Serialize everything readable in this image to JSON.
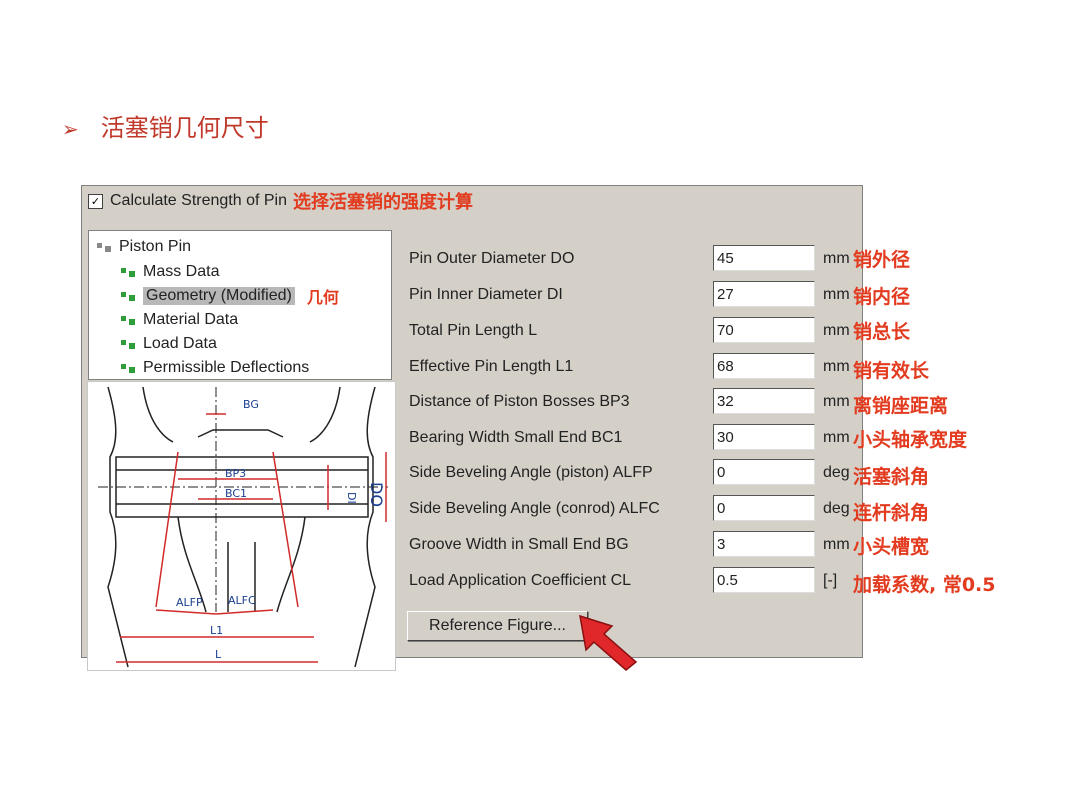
{
  "slide_title": "活塞销几何尺寸",
  "bullet_glyph": "➢",
  "checkbox": {
    "checked": true,
    "mark": "✓",
    "label": "Calculate Strength of Pin",
    "note": "选择活塞销的强度计算"
  },
  "tree": {
    "root": "Piston Pin",
    "items": [
      {
        "label": "Mass Data"
      },
      {
        "label": "Geometry (Modified)",
        "selected": true,
        "note": "几何"
      },
      {
        "label": "Material Data"
      },
      {
        "label": "Load Data"
      },
      {
        "label": "Permissible Deflections"
      }
    ]
  },
  "figure_labels": {
    "bg": "BG",
    "bp3": "BP3",
    "bc1": "BC1",
    "di": "DI",
    "do": "DO",
    "alfp": "ALFP",
    "alfc": "ALFC",
    "l1": "L1",
    "l": "L"
  },
  "params": [
    {
      "label": "Pin Outer Diameter DO",
      "value": "45",
      "unit": "mm",
      "note": "销外径"
    },
    {
      "label": "Pin Inner Diameter DI",
      "value": "27",
      "unit": "mm",
      "note": "销内径"
    },
    {
      "label": "Total Pin Length L",
      "value": "70",
      "unit": "mm",
      "note": "销总长"
    },
    {
      "label": "Effective Pin Length L1",
      "value": "68",
      "unit": "mm",
      "note": "销有效长"
    },
    {
      "label": "Distance of Piston Bosses BP3",
      "value": "32",
      "unit": "mm",
      "note": "离销座距离"
    },
    {
      "label": "Bearing Width Small End BC1",
      "value": "30",
      "unit": "mm",
      "note": "小头轴承宽度"
    },
    {
      "label": "Side Beveling Angle (piston) ALFP",
      "value": "0",
      "unit": "deg",
      "note": "活塞斜角"
    },
    {
      "label": "Side Beveling Angle (conrod) ALFC",
      "value": "0",
      "unit": "deg",
      "note": "连杆斜角"
    },
    {
      "label": "Groove Width in Small End BG",
      "value": "3",
      "unit": "mm",
      "note": "小头槽宽"
    },
    {
      "label": "Load Application Coefficient CL",
      "value": "0.5",
      "unit": "[-]",
      "note": "加载系数, 常0.5"
    }
  ],
  "reference_button": "Reference Figure...",
  "colors": {
    "note_red": "#e23b1f",
    "title_red": "#c0392b",
    "dialog_bg": "#d4d0c8",
    "tree_node_green": "#2e9e3a",
    "pointer_red": "#e0282a"
  }
}
